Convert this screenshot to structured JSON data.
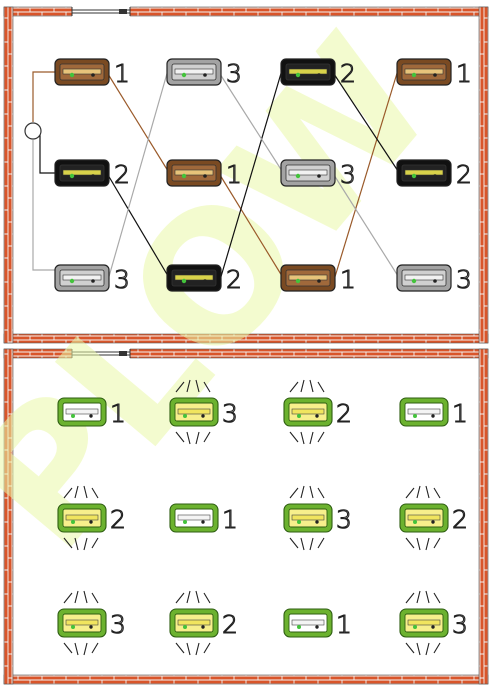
{
  "colors": {
    "brick": "#d9552a",
    "mortar": "#f2f2f2",
    "wire_brown": "#9a5a2a",
    "wire_gray": "#a9a9a9",
    "wire_black": "#111111",
    "socket_brown": "#7a4a22",
    "socket_gray": "#a3a3a3",
    "socket_black": "#111111",
    "lamp_frame": "#6cb22f",
    "lamp_on": "#f7ef8c",
    "lamp_off": "#ffffff",
    "watermark": "#e9f8a8"
  },
  "watermark": {
    "text": "PLOW"
  },
  "top_panel": {
    "sockets": [
      {
        "row": 0,
        "col": 0,
        "color": "brown",
        "label": "1"
      },
      {
        "row": 0,
        "col": 1,
        "color": "gray",
        "label": "3"
      },
      {
        "row": 0,
        "col": 2,
        "color": "black",
        "label": "2"
      },
      {
        "row": 0,
        "col": 3,
        "color": "brown",
        "label": "1"
      },
      {
        "row": 1,
        "col": 0,
        "color": "black",
        "label": "2"
      },
      {
        "row": 1,
        "col": 1,
        "color": "brown",
        "label": "1"
      },
      {
        "row": 1,
        "col": 2,
        "color": "gray",
        "label": "3"
      },
      {
        "row": 1,
        "col": 3,
        "color": "black",
        "label": "2"
      },
      {
        "row": 2,
        "col": 0,
        "color": "gray",
        "label": "3"
      },
      {
        "row": 2,
        "col": 1,
        "color": "black",
        "label": "2"
      },
      {
        "row": 2,
        "col": 2,
        "color": "brown",
        "label": "1"
      },
      {
        "row": 2,
        "col": 3,
        "color": "gray",
        "label": "3"
      }
    ],
    "wires": [
      {
        "from": [
          0,
          0
        ],
        "to": [
          1,
          1
        ],
        "color": "brown"
      },
      {
        "from": [
          1,
          1
        ],
        "to": [
          2,
          2
        ],
        "color": "brown"
      },
      {
        "from": [
          2,
          2
        ],
        "to": [
          0,
          3
        ],
        "color": "brown"
      },
      {
        "from": [
          1,
          0
        ],
        "to": [
          2,
          1
        ],
        "color": "black"
      },
      {
        "from": [
          2,
          1
        ],
        "to": [
          0,
          2
        ],
        "color": "black"
      },
      {
        "from": [
          0,
          2
        ],
        "to": [
          1,
          3
        ],
        "color": "black"
      },
      {
        "from": [
          2,
          0
        ],
        "to": [
          0,
          1
        ],
        "color": "gray"
      },
      {
        "from": [
          0,
          1
        ],
        "to": [
          1,
          2
        ],
        "color": "gray"
      },
      {
        "from": [
          1,
          2
        ],
        "to": [
          2,
          3
        ],
        "color": "gray"
      }
    ]
  },
  "bottom_panel": {
    "lamps": [
      {
        "row": 0,
        "col": 0,
        "label": "1",
        "lit": false
      },
      {
        "row": 0,
        "col": 1,
        "label": "3",
        "lit": true
      },
      {
        "row": 0,
        "col": 2,
        "label": "2",
        "lit": true
      },
      {
        "row": 0,
        "col": 3,
        "label": "1",
        "lit": false
      },
      {
        "row": 1,
        "col": 0,
        "label": "2",
        "lit": true
      },
      {
        "row": 1,
        "col": 1,
        "label": "1",
        "lit": false
      },
      {
        "row": 1,
        "col": 2,
        "label": "3",
        "lit": true
      },
      {
        "row": 1,
        "col": 3,
        "label": "2",
        "lit": true
      },
      {
        "row": 2,
        "col": 0,
        "label": "3",
        "lit": true
      },
      {
        "row": 2,
        "col": 1,
        "label": "2",
        "lit": true
      },
      {
        "row": 2,
        "col": 2,
        "label": "1",
        "lit": false
      },
      {
        "row": 2,
        "col": 3,
        "label": "3",
        "lit": true
      }
    ]
  }
}
